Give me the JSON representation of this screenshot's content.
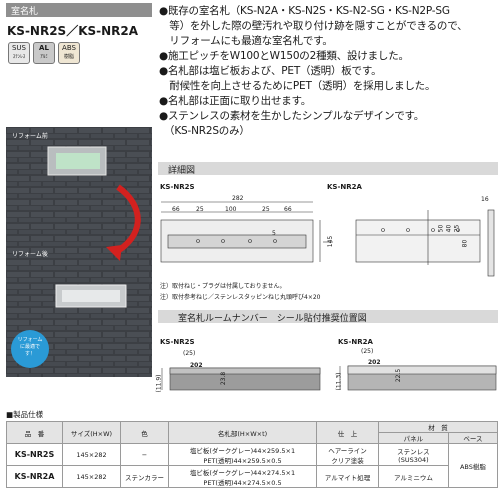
{
  "header": {
    "category": "室名札",
    "title": "KS-NR2S／KS-NR2A"
  },
  "badges": [
    {
      "l1": "SUS",
      "l2": "ｽﾃﾝﾚｽ"
    },
    {
      "l1": "AL",
      "l2": "ｱﾙﾐ"
    },
    {
      "l1": "ABS",
      "l2": "樹脂"
    }
  ],
  "bullets": [
    "●既存の室名札（KS-N2A・KS-N2S・KS-N2-SG・KS-N2P-SG",
    "　等）を外した際の壁汚れや取り付け跡を隠すことができるので、",
    "　リフォームにも最適な室名札です。",
    "●施工ピッチをW100とW150の2種類、設けました。",
    "●名札部は塩ビ板および、PET（透明）板です。",
    "　耐候性を向上させるためにPET（透明）を採用しました。",
    "●名札部は正面に取り出せます。",
    "●ステンレスの素材を生かしたシンプルなデザインです。",
    "　（KS-NR2Sのみ）"
  ],
  "photo": {
    "before_label": "リフォーム前",
    "after_label": "リフォーム後",
    "bubble": "リフォームに最適です！"
  },
  "drawing": {
    "section_title": "詳細図",
    "left_model": "KS-NR2S",
    "right_model": "KS-NR2A",
    "dim_total": "282",
    "dim_parts": [
      "66",
      "25",
      "100",
      "25",
      "66"
    ],
    "dim_small": "5",
    "dim_height": "145",
    "dim_side_top": "16",
    "dims_right": [
      "50",
      "40",
      "25",
      "80"
    ],
    "notes": [
      "注）取付ねじ・プラグは付属しておりません。",
      "注）取付参考ねじ／ステンレスタッピンねじ丸頭呼び4×20"
    ]
  },
  "plate": {
    "section_title": "室名札ルームナンバー　シール貼付推奨位置図",
    "left_model": "KS-NR2S",
    "right_model": "KS-NR2A",
    "left_room": "202",
    "right_room": "202",
    "dim_circle": "(25)",
    "dim_left_a": "23.8",
    "dim_left_b": "(11.9)",
    "dim_right_a": "22.5",
    "dim_right_b": "(11.3)"
  },
  "spec": {
    "title": "■製品仕様",
    "headers": {
      "model": "品　番",
      "size": "サイズ(H×W)",
      "color": "色",
      "nameplate": "名札部(H×W×t)",
      "finish": "仕　上",
      "material": "材　質",
      "panel": "パネル",
      "base": "ベース"
    },
    "rows": [
      {
        "model": "KS-NR2S",
        "size": "145×282",
        "color": "−",
        "nameplate_1": "塩ビ板(ダークグレー)44×259.5×1",
        "nameplate_2": "PET(透明)44×259.5×0.5",
        "finish_1": "ヘアーライン",
        "finish_2": "クリア塗装",
        "panel_1": "ステンレス",
        "panel_2": "(SUS304)"
      },
      {
        "model": "KS-NR2A",
        "size": "145×282",
        "color": "ステンカラー",
        "nameplate_1": "塩ビ板(ダークグレー)44×274.5×1",
        "nameplate_2": "PET(透明)44×274.5×0.5",
        "finish_1": "アルマイト処理",
        "finish_2": "",
        "panel_1": "アルミニウム",
        "panel_2": ""
      }
    ],
    "base_shared": "ABS樹脂"
  }
}
